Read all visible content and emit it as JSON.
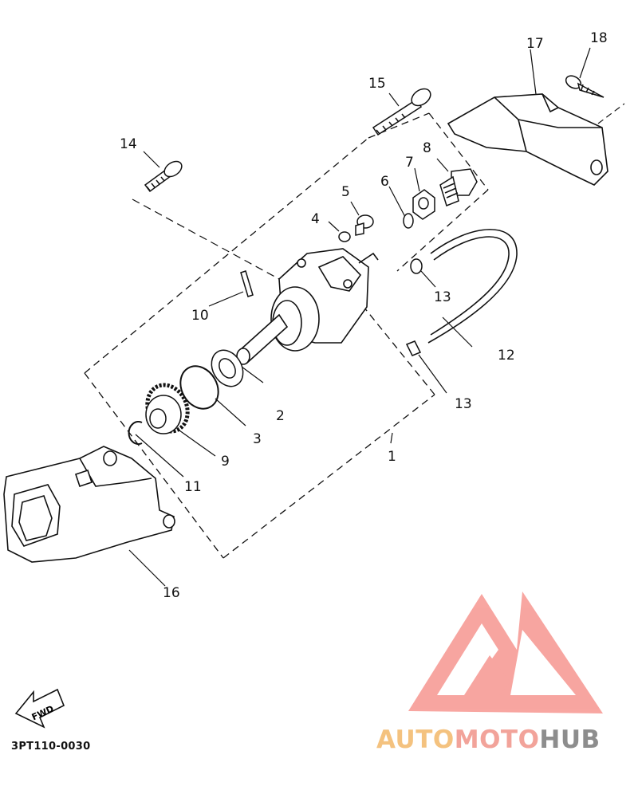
{
  "diagram": {
    "callouts": {
      "c1": "1",
      "c2": "2",
      "c3": "3",
      "c4": "4",
      "c5": "5",
      "c6": "6",
      "c7": "7",
      "c8": "8",
      "c9": "9",
      "c10": "10",
      "c11": "11",
      "c12": "12",
      "c13a": "13",
      "c13b": "13",
      "c14": "14",
      "c15": "15",
      "c16": "16",
      "c17": "17",
      "c18": "18"
    },
    "fwd_label": "FWD",
    "part_code": "3PT110-0030"
  },
  "watermark": {
    "part1": "AUTO",
    "part2": "MOTO",
    "part3": "HUB",
    "colors": {
      "auto": "#f4c27f",
      "moto": "#f2a39a",
      "hub": "#8d8d8d",
      "logo": "#f25c54"
    }
  }
}
